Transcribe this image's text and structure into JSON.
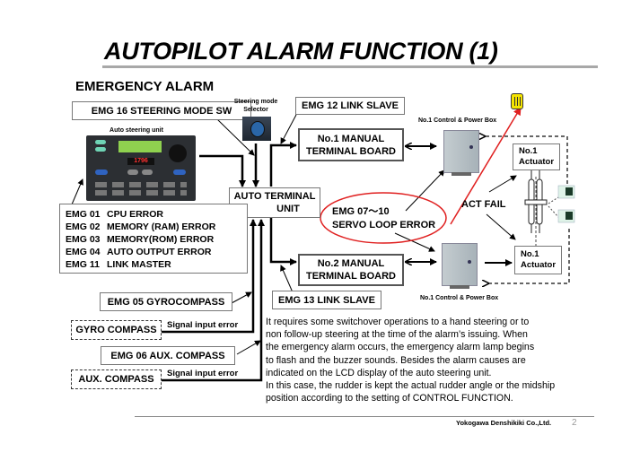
{
  "slide": {
    "title": "AUTOPILOT ALARM FUNCTION (1)",
    "subtitle": "EMERGENCY ALARM",
    "page_number": "2",
    "company": "Yokogawa Denshikiki Co.,Ltd."
  },
  "labels": {
    "emg16": "EMG 16  STEERING MODE SW",
    "steering_mode_selector": [
      "Steering mode",
      "Selector"
    ],
    "auto_steering_unit": "Auto steering unit",
    "lcd_value": "1796",
    "emg12": "EMG 12  LINK SLAVE",
    "no1_manual_terminal": [
      "No.1 MANUAL",
      "TERMINAL BOARD"
    ],
    "auto_terminal_unit": [
      "AUTO TERMINAL",
      "UNIT"
    ],
    "emg_servo": [
      "EMG 07〜10",
      "SERVO LOOP ERROR"
    ],
    "no2_manual_terminal": [
      "No.2 MANUAL",
      "TERMINAL BOARD"
    ],
    "emg13": "EMG 13  LINK SLAVE",
    "emg05": "EMG 05  GYROCOMPASS",
    "gyro_compass": "GYRO COMPASS",
    "signal_input_error_1": "Signal input error",
    "emg06": "EMG 06  AUX. COMPASS",
    "aux_compass": "AUX. COMPASS",
    "signal_input_error_2": "Signal input error",
    "control_power_box_top": "No.1 Control & Power Box",
    "control_power_box_bottom": "No.1 Control & Power Box",
    "actuator_top": [
      "No.1",
      "Actuator"
    ],
    "actuator_bottom": [
      "No.1",
      "Actuator"
    ],
    "act_fail": "ACT FAIL"
  },
  "emg_list": [
    {
      "code": "EMG 01",
      "text": "CPU ERROR"
    },
    {
      "code": "EMG 02",
      "text": "MEMORY (RAM) ERROR"
    },
    {
      "code": "EMG 03",
      "text": "MEMORY(ROM) ERROR"
    },
    {
      "code": "EMG 04",
      "text": "AUTO OUTPUT ERROR"
    },
    {
      "code": "EMG 11",
      "text": "LINK MASTER"
    }
  ],
  "description": [
    "It requires some switchover operations to a hand steering or to",
    "non follow-up steering at the time of the alarm’s issuing.  When",
    "the emergency alarm occurs, the emergency alarm lamp begins",
    "to flash and the buzzer sounds. Besides the alarm causes are",
    "indicated on the LCD display of the auto steering unit.",
    "In this case, the rudder is kept the actual rudder angle or the midship",
    "position according to the setting of CONTROL FUNCTION."
  ],
  "colors": {
    "alarm_red": "#e02020",
    "lamp_yellow": "#f5e400",
    "lcd_green": "#8fd14f",
    "led_red": "#ff3030"
  }
}
